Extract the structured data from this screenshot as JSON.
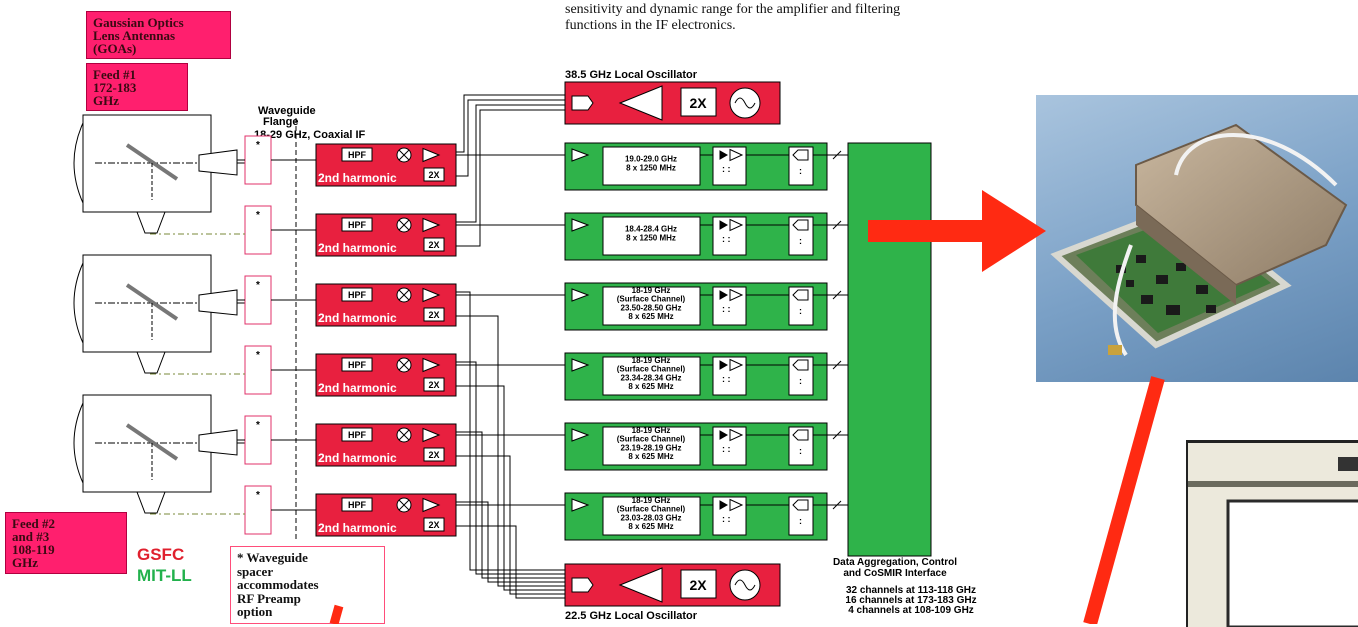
{
  "notes": {
    "goa": "Gaussian Optics\nLens Antennas\n(GOAs)",
    "feed1": "Feed #1\n172-183\nGHz",
    "feed23": "Feed #2\nand #3\n108-119\nGHz",
    "waveguide_spacer": "* Waveguide\nspacer\naccommodates\nRF Preamp\noption"
  },
  "intro_text": "sensitivity and dynamic range for the amplifier and filtering\nfunctions in the IF electronics.",
  "logos": {
    "gsfc": "GSFC",
    "mitll": "MIT-LL"
  },
  "labels": {
    "waveguide_flange": "Waveguide Flange",
    "coaxial_if": "18-29 GHz, Coaxial IF",
    "lo_top": "38.5 GHz Local Oscillator",
    "lo_bottom": "22.5 GHz Local Oscillator",
    "data_agg_1": "Data Aggregation, Control",
    "data_agg_2": "and CoSMIR Interface",
    "channels_1": "32 channels at 113-118 GHz",
    "channels_2": "16 channels at 173-183 GHz",
    "channels_3": "4 channels at 108-109 GHz",
    "hpf": "HPF",
    "doubler": "2X",
    "second_harmonic": "2nd harmonic",
    "flange_mark": "*"
  },
  "channels": [
    {
      "lines": [
        "19.0-29.0 GHz",
        "8 x 1250 MHz"
      ]
    },
    {
      "lines": [
        "18.4-28.4 GHz",
        "8 x 1250 MHz"
      ]
    },
    {
      "lines": [
        "18-19 GHz",
        "(Surface Channel)",
        "23.50-28.50 GHz",
        "8 x 625 MHz"
      ]
    },
    {
      "lines": [
        "18-19 GHz",
        "(Surface Channel)",
        "23.34-28.34 GHz",
        "8 x 625 MHz"
      ]
    },
    {
      "lines": [
        "18-19 GHz",
        "(Surface Channel)",
        "23.19-28.19 GHz",
        "8 x 625 MHz"
      ]
    },
    {
      "lines": [
        "18-19 GHz",
        "(Surface Channel)",
        "23.03-28.03 GHz",
        "8 x 625 MHz"
      ]
    }
  ],
  "colors": {
    "mixer_red": "#e8203f",
    "channel_green": "#2fb34a",
    "note_pink": "#ff1f6e",
    "arrow_red": "#ff2a12"
  }
}
